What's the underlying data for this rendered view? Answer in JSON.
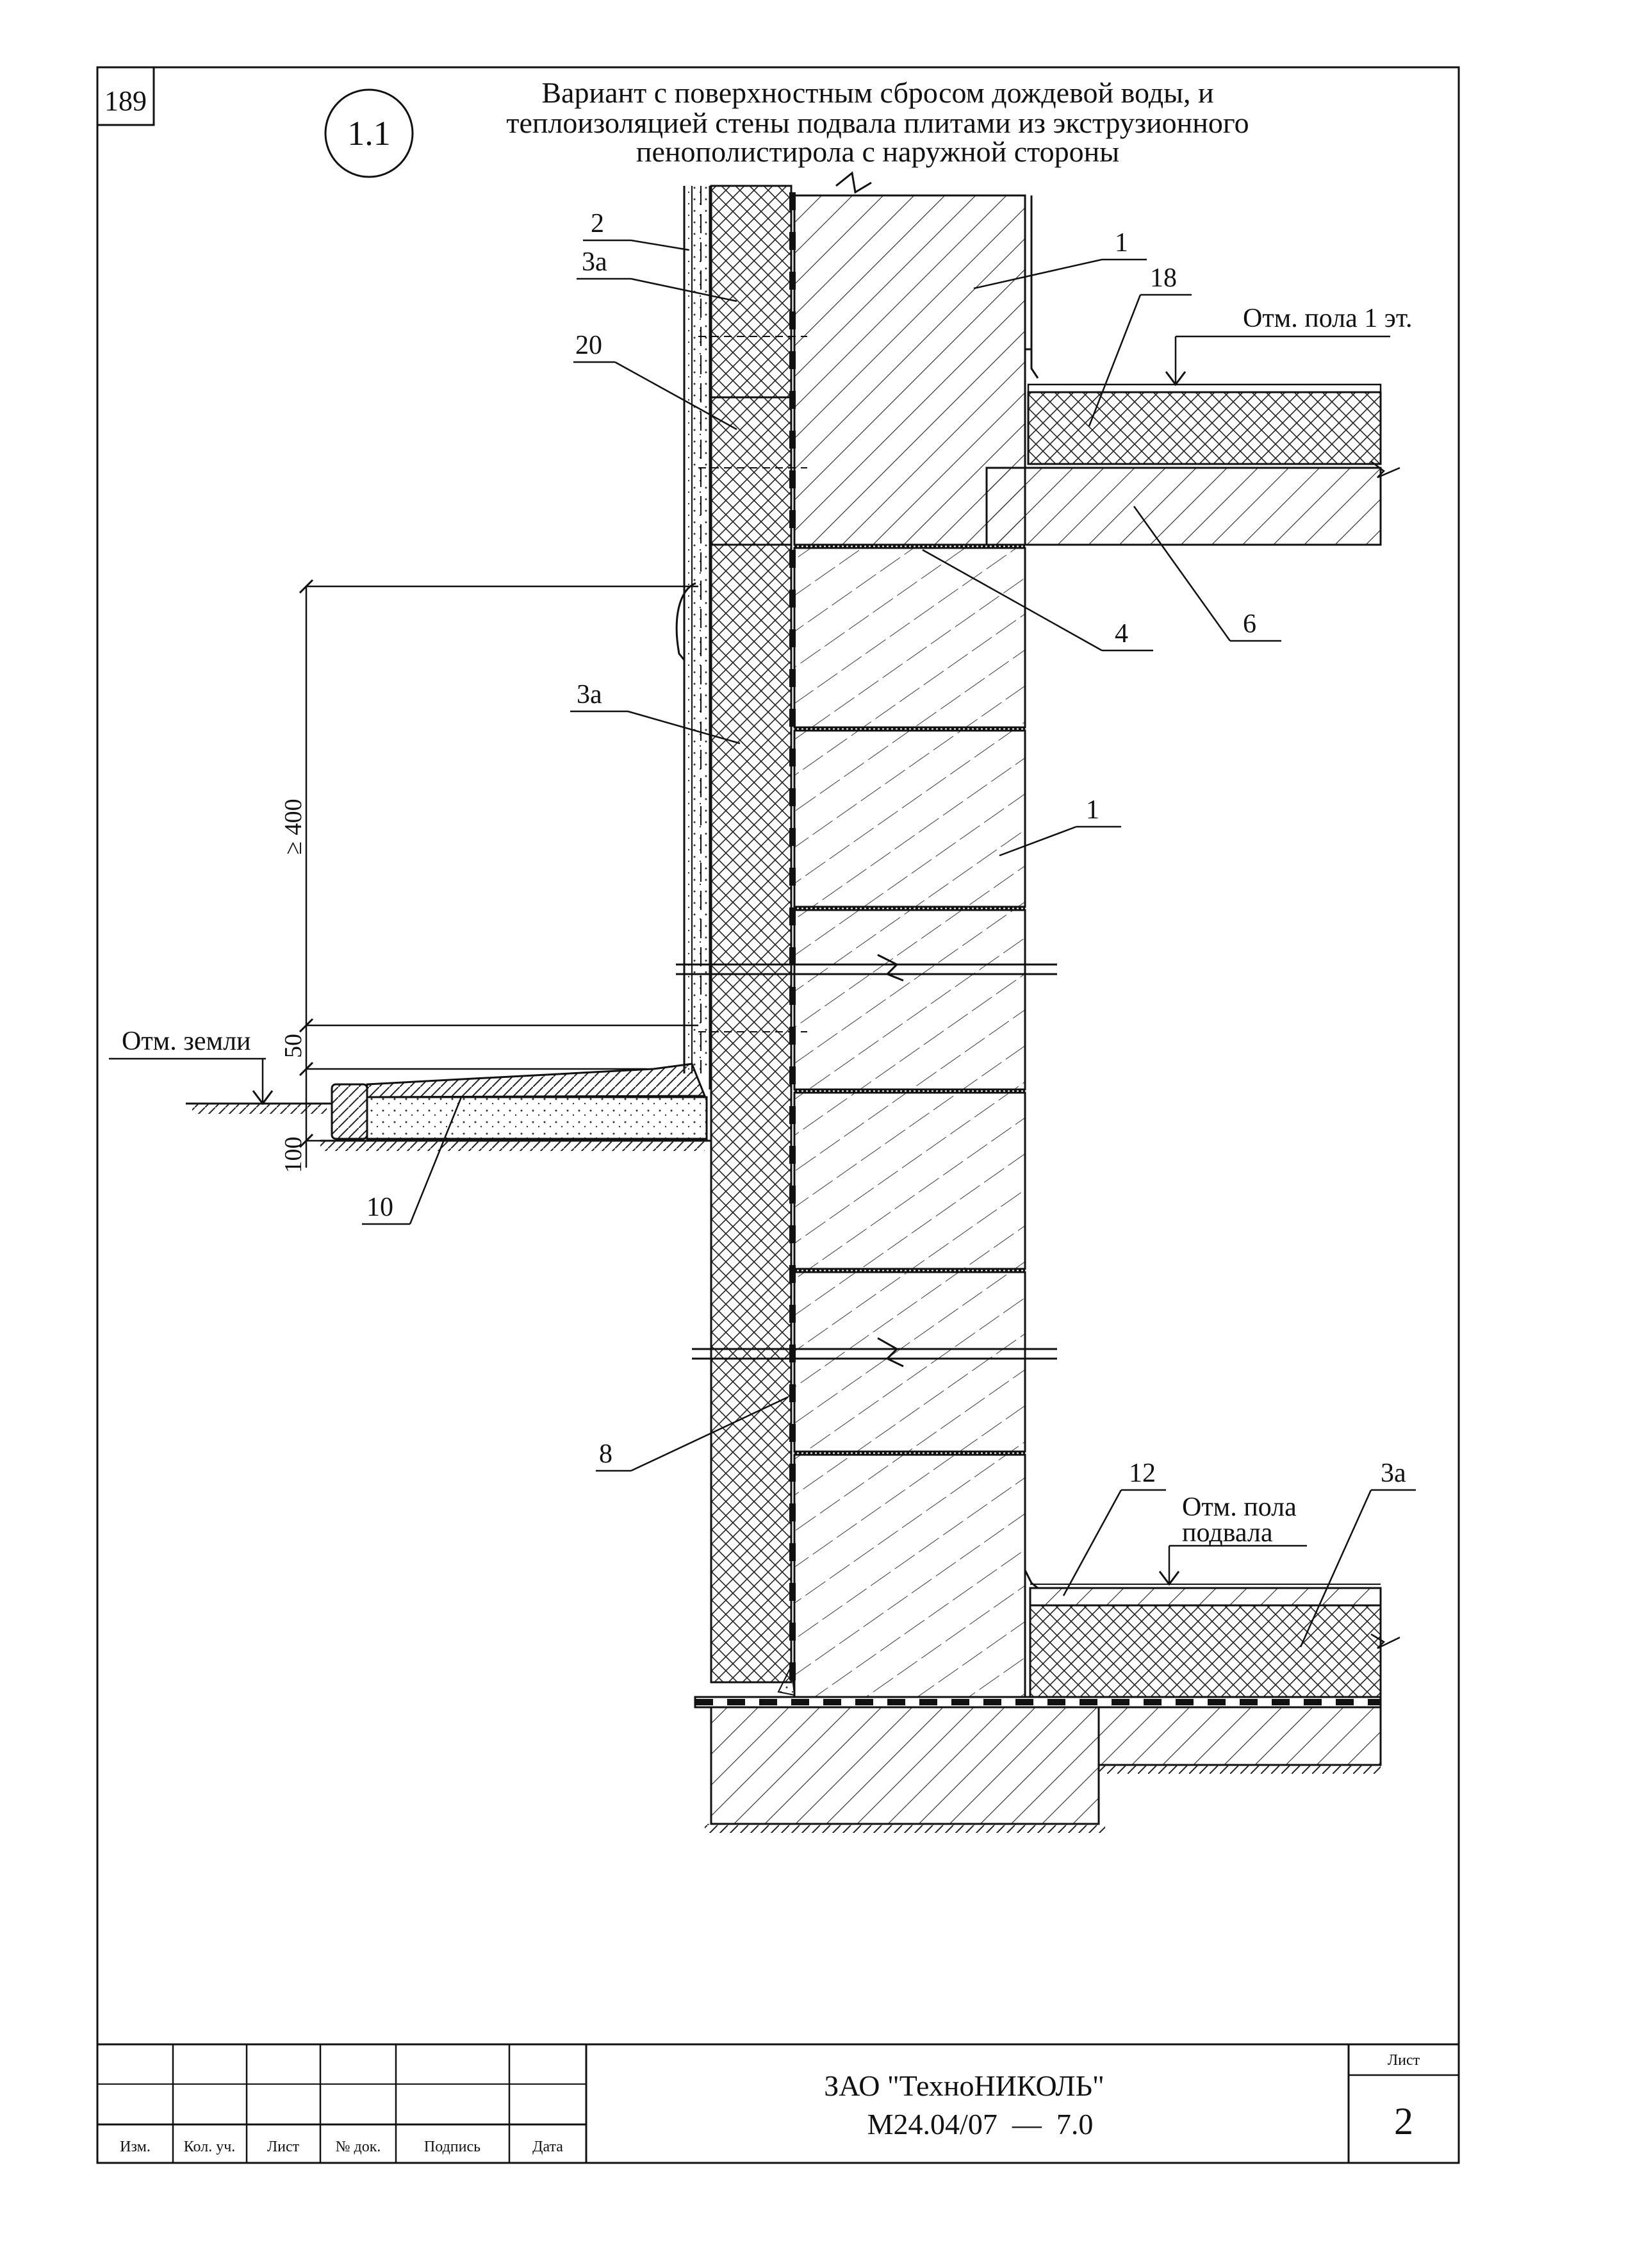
{
  "sheet_number": "189",
  "detail_number": "1.1",
  "title": {
    "line1": "Вариант с поверхностным сбросом дождевой воды, и",
    "line2": "теплоизоляцией стены подвала плитами из экструзионного",
    "line3": "пенополистирола с наружной стороны"
  },
  "callouts": {
    "c2": "2",
    "c3a_top": "3а",
    "c20": "20",
    "c1_top": "1",
    "c18": "18",
    "c4": "4",
    "c6": "6",
    "c3a_mid": "3а",
    "c1_mid": "1",
    "c10": "10",
    "c8": "8",
    "c12": "12",
    "c3a_bottom": "3а"
  },
  "elevations": {
    "floor_1": "Отм. пола 1 эт.",
    "ground": "Отм. земли",
    "basement_line1": "Отм. пола",
    "basement_line2": "подвала"
  },
  "dimensions": {
    "d400": "≥ 400",
    "d50": "50",
    "d100": "100"
  },
  "title_block": {
    "company": "ЗАО \"ТехноНИКОЛЬ\"",
    "code": "М24.04/07  —  7.0",
    "sheet_label": "Лист",
    "sheet_value": "2",
    "cols": [
      "Изм.",
      "Кол. уч.",
      "Лист",
      "№ док.",
      "Подпись",
      "Дата"
    ]
  },
  "colors": {
    "ink": "#111111",
    "paper": "#ffffff"
  }
}
